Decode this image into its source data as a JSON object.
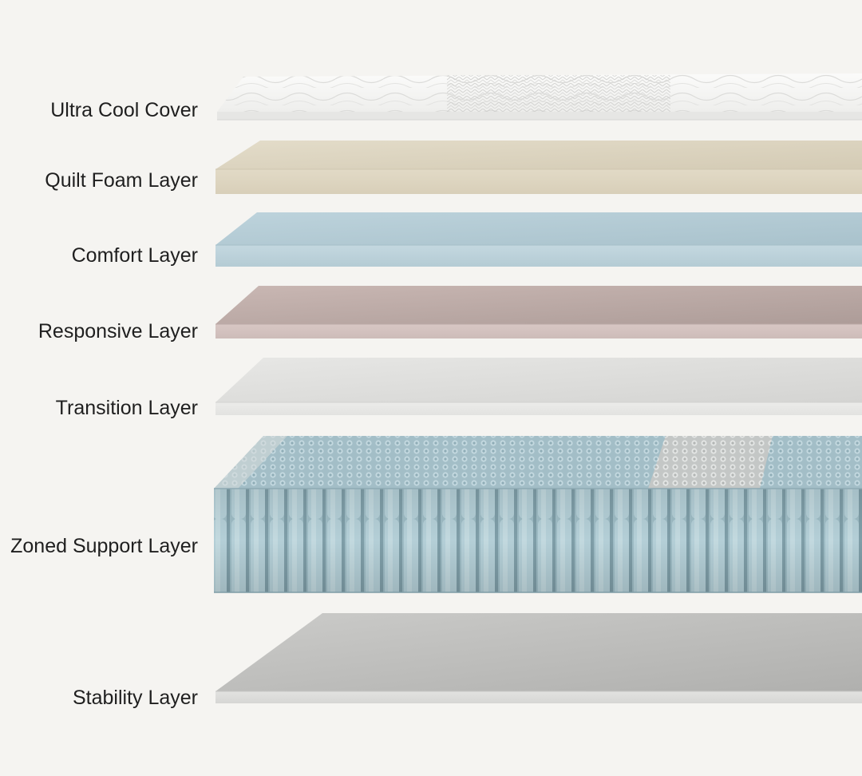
{
  "diagram": {
    "layers": [
      {
        "label": "Ultra Cool Cover"
      },
      {
        "label": "Quilt Foam Layer"
      },
      {
        "label": "Comfort Layer"
      },
      {
        "label": "Responsive Layer"
      },
      {
        "label": "Transition Layer"
      },
      {
        "label": "Zoned Support Layer"
      },
      {
        "label": "Stability Layer"
      }
    ]
  },
  "colors": {
    "background": "#f5f4f1",
    "label_text": "#1f1f1f",
    "cover": "#f4f4f3",
    "quilt_foam": "#dcd3bf",
    "comfort": "#b8cfd8",
    "responsive": "#cdbab7",
    "transition": "#e1e0dd",
    "zoned_support": "#a9c5cd",
    "zoned_support_center": "#d6d9d8",
    "stability": "#c6c5c3"
  }
}
